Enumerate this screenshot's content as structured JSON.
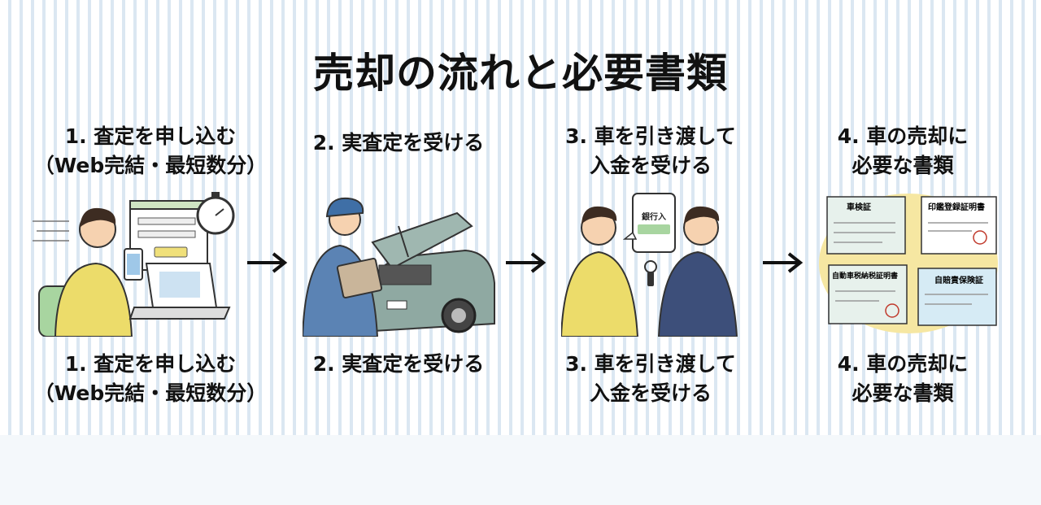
{
  "title": "売却の流れと必要書類",
  "steps": [
    {
      "line1": "1. 査定を申し込む",
      "line2": "（Web完結・最短数分）"
    },
    {
      "line1": "2. 実査定を受ける",
      "line2": ""
    },
    {
      "line1": "3. 車を引き渡して",
      "line2": "入金を受ける"
    },
    {
      "line1": "4. 車の売却に",
      "line2": "必要な書類"
    }
  ],
  "illustrations": {
    "bank_bubble": "銀行入",
    "documents": [
      "車検証",
      "印鑑登録証明書",
      "自動車税納税証明書",
      "自賠責保険証"
    ]
  },
  "colors": {
    "stripe": "#dbe7f2",
    "accent_yellow": "#f3e58a",
    "worker_blue": "#5b83b4",
    "car_green": "#8fa9a2"
  }
}
